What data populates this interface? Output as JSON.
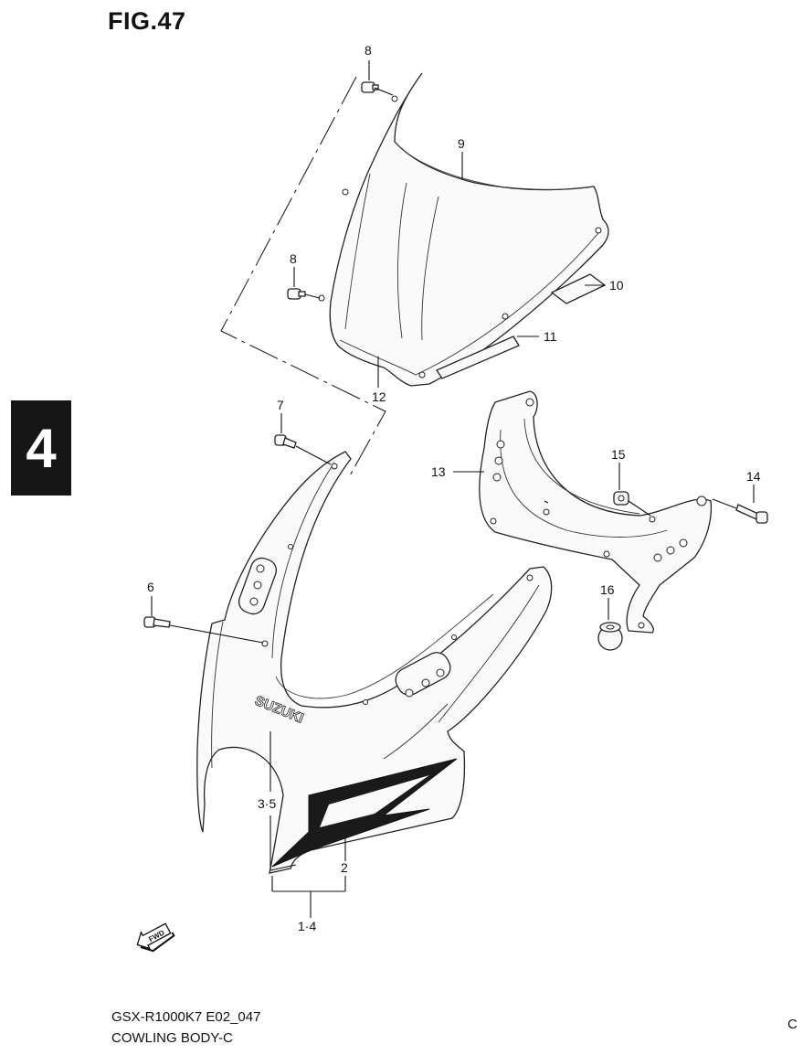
{
  "figure": {
    "title": "FIG.47",
    "section": "4"
  },
  "footer": {
    "model_code": "GSX-R1000K7 E02_047",
    "name": "COWLING BODY-C",
    "edge_mark": "C"
  },
  "callouts": {
    "c8a": "8",
    "c8b": "8",
    "c9": "9",
    "c10": "10",
    "c11": "11",
    "c12": "12",
    "c7": "7",
    "c13": "13",
    "c14": "14",
    "c15": "15",
    "c16": "16",
    "c6": "6",
    "c35": "3·5",
    "c2": "2",
    "c14g": "1·4"
  },
  "emblem": {
    "brand": "SUZUKI",
    "fwd": "FWD"
  }
}
